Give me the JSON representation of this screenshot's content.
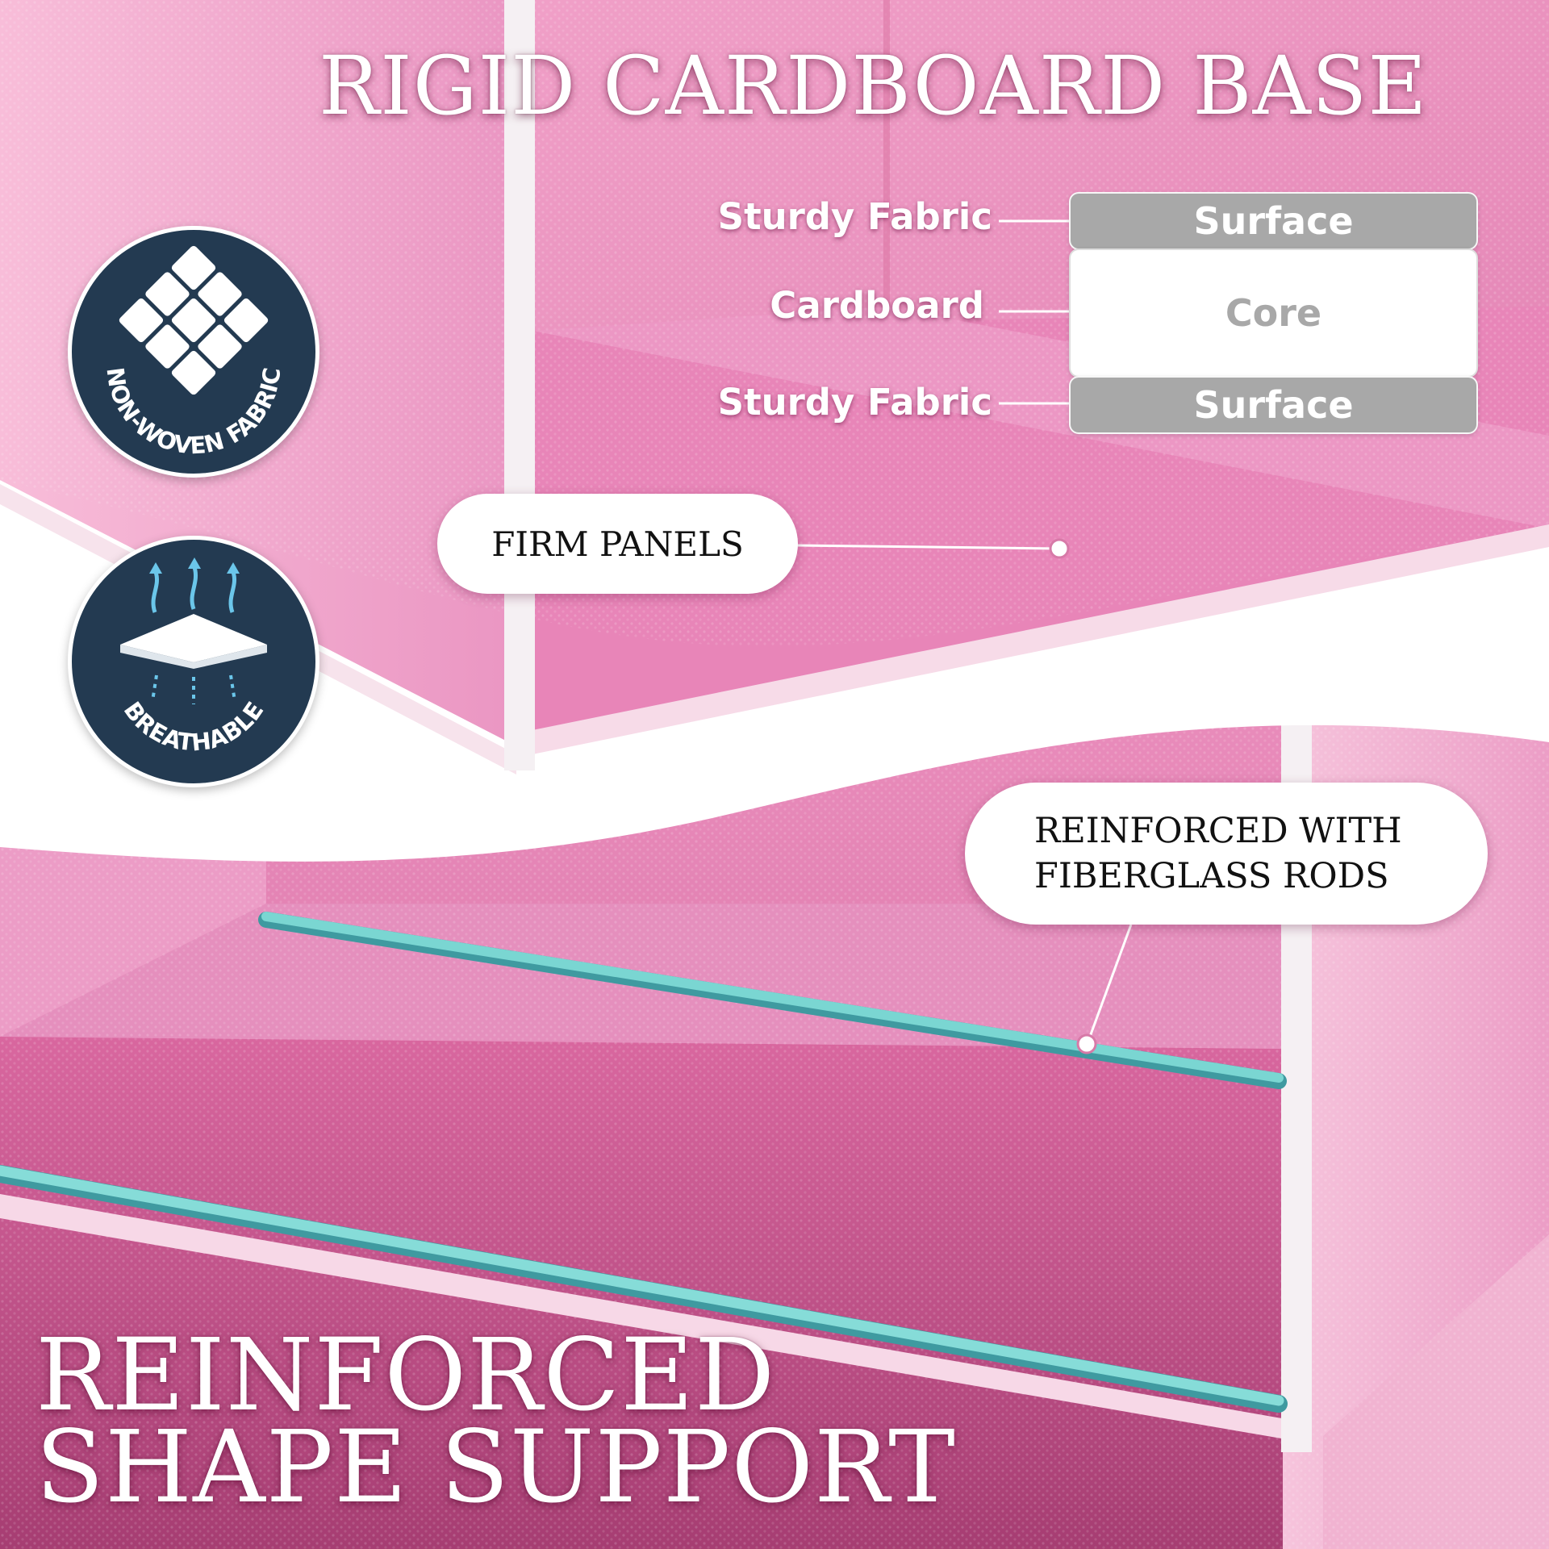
{
  "headline_top": "RIGID CARDBOARD BASE",
  "headline_bottom": {
    "line1": "REINFORCED",
    "line2": "SHAPE SUPPORT"
  },
  "layers": {
    "labels": {
      "top": "Sturdy Fabric",
      "middle": "Cardboard",
      "bottom": "Sturdy Fabric"
    },
    "boxes": {
      "top": "Surface",
      "middle": "Core",
      "bottom": "Surface"
    }
  },
  "callouts": {
    "firm_panels": "FIRM PANELS",
    "rods_line1": "REINFORCED WITH",
    "rods_line2": "FIBERGLASS RODS"
  },
  "badges": {
    "non_woven": {
      "label": "NON-WOVEN FABRIC",
      "icon": "woven-fabric-icon"
    },
    "breathable": {
      "label": "BREATHABLE",
      "icon": "breathable-pad-icon"
    }
  },
  "colors": {
    "fabric_pink": "#e48ab6",
    "badge_navy": "#233a51",
    "rod_teal": "#6ccbc8",
    "layer_grey": "#a8a8a8"
  }
}
